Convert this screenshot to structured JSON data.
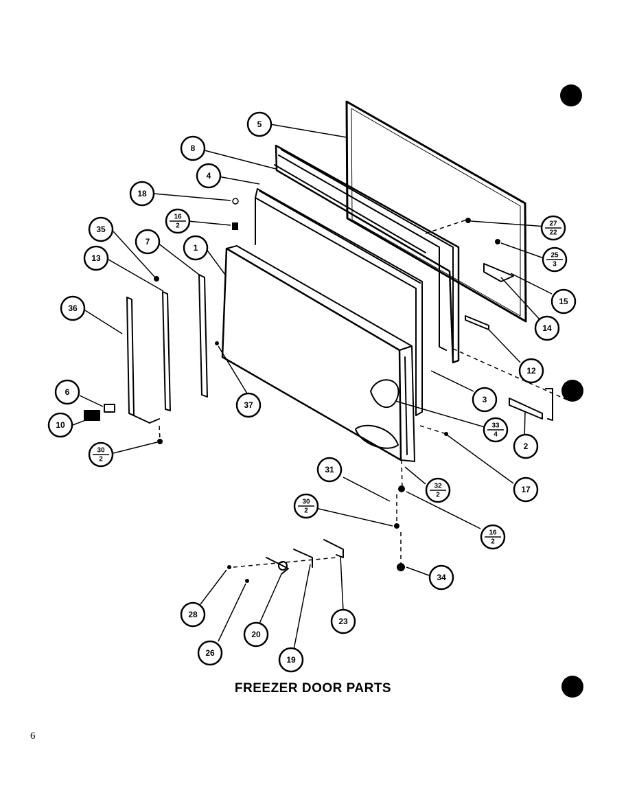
{
  "title": "FREEZER DOOR PARTS",
  "page_number": "6",
  "callouts": [
    {
      "id": "c5",
      "label": "5"
    },
    {
      "id": "c8",
      "label": "8"
    },
    {
      "id": "c4",
      "label": "4"
    },
    {
      "id": "c18",
      "label": "18"
    },
    {
      "id": "c16a",
      "label": "16",
      "sub": "2"
    },
    {
      "id": "c35",
      "label": "35"
    },
    {
      "id": "c7",
      "label": "7"
    },
    {
      "id": "c1",
      "label": "1"
    },
    {
      "id": "c13",
      "label": "13"
    },
    {
      "id": "c36",
      "label": "36"
    },
    {
      "id": "c6",
      "label": "6"
    },
    {
      "id": "c10",
      "label": "10"
    },
    {
      "id": "c30a",
      "label": "30",
      "sub": "2"
    },
    {
      "id": "c37",
      "label": "37"
    },
    {
      "id": "c27",
      "label": "27",
      "sub": "22"
    },
    {
      "id": "c25",
      "label": "25",
      "sub": "3"
    },
    {
      "id": "c15",
      "label": "15"
    },
    {
      "id": "c14",
      "label": "14"
    },
    {
      "id": "c12",
      "label": "12"
    },
    {
      "id": "c3",
      "label": "3"
    },
    {
      "id": "c33",
      "label": "33",
      "sub": "4"
    },
    {
      "id": "c2",
      "label": "2"
    },
    {
      "id": "c17",
      "label": "17"
    },
    {
      "id": "c32",
      "label": "32",
      "sub": "2"
    },
    {
      "id": "c31",
      "label": "31"
    },
    {
      "id": "c30b",
      "label": "30",
      "sub": "2"
    },
    {
      "id": "c16b",
      "label": "16",
      "sub": "2"
    },
    {
      "id": "c34",
      "label": "34"
    },
    {
      "id": "c28",
      "label": "28"
    },
    {
      "id": "c26",
      "label": "26"
    },
    {
      "id": "c20",
      "label": "20"
    },
    {
      "id": "c19",
      "label": "19"
    },
    {
      "id": "c23",
      "label": "23"
    }
  ]
}
